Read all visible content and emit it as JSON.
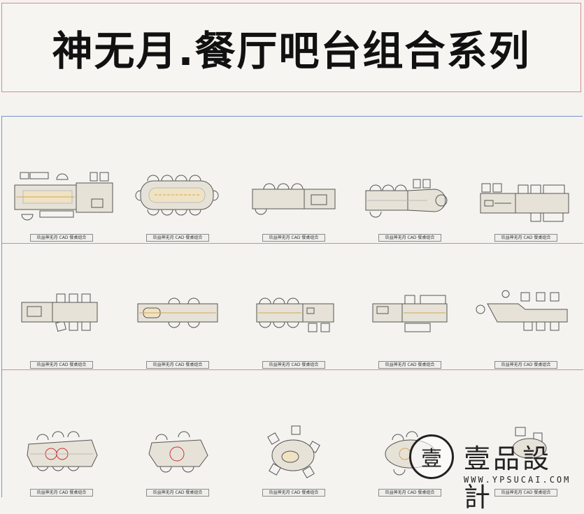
{
  "title": "神无月.餐厅吧台组合系列",
  "caption": "玖益神无月 CAD 餐桌组合",
  "watermark": {
    "glyph": "壹",
    "name": "壹品設計",
    "url": "WWW.YPSUCAI.COM"
  },
  "colors": {
    "table_fill": "#e7e2d8",
    "table_inner": "#efe3c4",
    "stroke": "#555555",
    "accent_line": "#d4a656",
    "red_circle": "#cc3333",
    "title_border": "#d98a8a",
    "panel_border": "#7a93c9"
  }
}
